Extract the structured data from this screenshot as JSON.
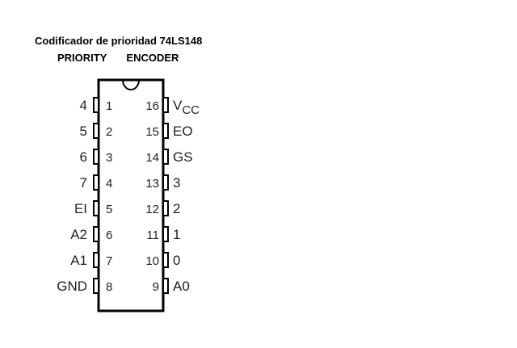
{
  "title": {
    "line1": "Codificador de prioridad  74LS148",
    "line2_word1": "PRIORITY",
    "line2_word2": "ENCODER"
  },
  "pins": {
    "left": [
      {
        "number": "1",
        "signal": "4"
      },
      {
        "number": "2",
        "signal": "5"
      },
      {
        "number": "3",
        "signal": "6"
      },
      {
        "number": "4",
        "signal": "7"
      },
      {
        "number": "5",
        "signal": "EI"
      },
      {
        "number": "6",
        "signal": "A2"
      },
      {
        "number": "7",
        "signal": "A1"
      },
      {
        "number": "8",
        "signal": "GND"
      }
    ],
    "right": [
      {
        "number": "16",
        "signal": "V",
        "signal_sub": "CC"
      },
      {
        "number": "15",
        "signal": "EO"
      },
      {
        "number": "14",
        "signal": "GS"
      },
      {
        "number": "13",
        "signal": "3"
      },
      {
        "number": "12",
        "signal": "2"
      },
      {
        "number": "11",
        "signal": "1"
      },
      {
        "number": "10",
        "signal": "0"
      },
      {
        "number": "9",
        "signal": "A0"
      }
    ]
  }
}
